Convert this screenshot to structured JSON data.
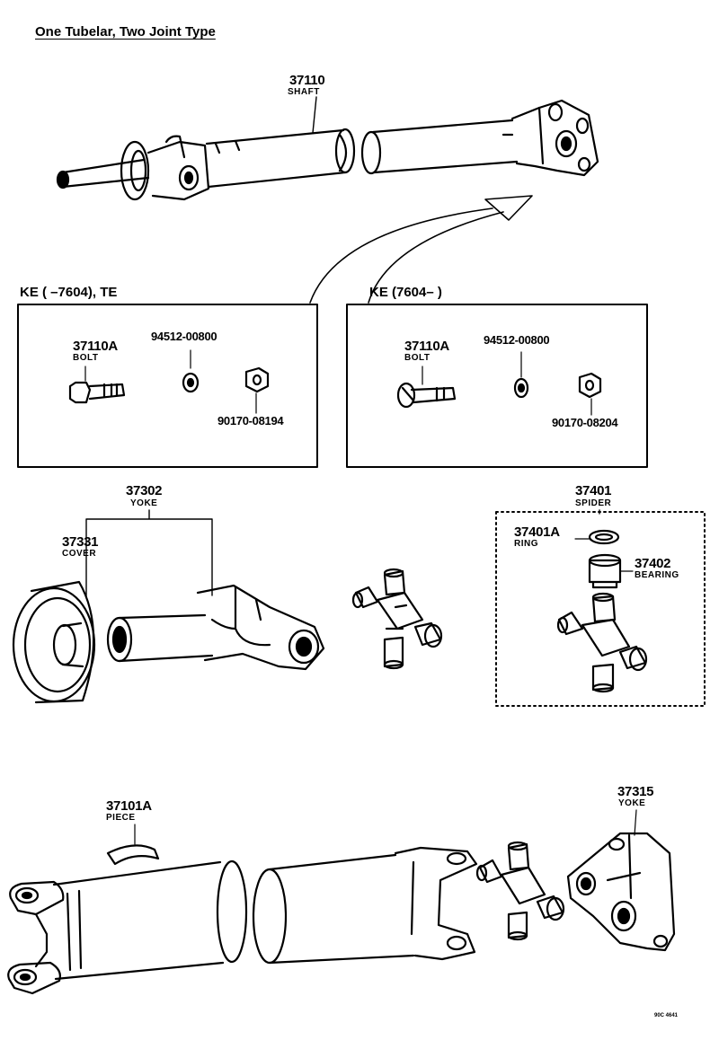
{
  "title": "One Tubelar, Two Joint Type",
  "shaft": {
    "part_no": "37110",
    "name": "SHAFT"
  },
  "box_left": {
    "header": "KE (      –7604), TE",
    "bolt": {
      "part_no": "37110A",
      "name": "BOLT"
    },
    "washer": {
      "part_no": "94512-00800"
    },
    "nut": {
      "part_no": "90170-08194"
    }
  },
  "box_right": {
    "header": "KE (7604–       )",
    "bolt": {
      "part_no": "37110A",
      "name": "BOLT"
    },
    "washer": {
      "part_no": "94512-00800"
    },
    "nut": {
      "part_no": "90170-08204"
    }
  },
  "yoke_front": {
    "part_no": "37302",
    "name": "YOKE"
  },
  "cover": {
    "part_no": "37331",
    "name": "COVER"
  },
  "spider": {
    "part_no": "37401",
    "name": "SPIDER"
  },
  "ring": {
    "part_no": "37401A",
    "name": "RING"
  },
  "bearing": {
    "part_no": "37402",
    "name": "BEARING"
  },
  "piece": {
    "part_no": "37101A",
    "name": "PIECE"
  },
  "yoke_rear": {
    "part_no": "37315",
    "name": "YOKE"
  },
  "figure_code": "90C 4641"
}
